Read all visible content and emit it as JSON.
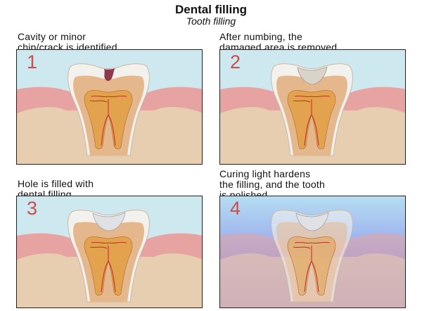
{
  "title": "Dental filling",
  "subtitle": "Tooth filling",
  "steps": [
    {
      "number": "1",
      "caption": "Cavity or minor\nchip/crack is identified."
    },
    {
      "number": "2",
      "caption": "After numbing, the\ndamaged area is removed."
    },
    {
      "number": "3",
      "caption": "Hole is filled with\ndental filling."
    },
    {
      "number": "4",
      "caption": "Curing light hardens\nthe filling, and the tooth\nis polished."
    }
  ],
  "colors": {
    "step_number": "#c9504f",
    "sky": "#cde8ee",
    "gum": "#e6a3a1",
    "bone": "#e7ceb1",
    "enamel": "#f3f1ee",
    "dentin": "#e4b78c",
    "pulp": "#e2a24e",
    "nerve": "#c1342a",
    "filling": "#dfe1e4",
    "cavity": "#8e3a4c",
    "curing_light_top": "#b5ddf2",
    "curing_light_bottom": "#7a72e8"
  }
}
